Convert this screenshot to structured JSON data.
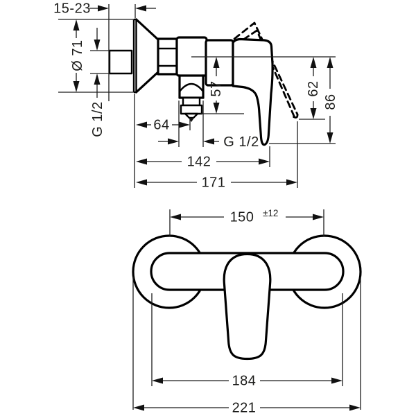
{
  "colors": {
    "line": "#000000",
    "text": "#1d1d1b",
    "background": "#ffffff"
  },
  "side_view": {
    "dimensions": {
      "wall_clearance": "15-23",
      "escutcheon_diameter": "Ø 71",
      "inlet_thread": "G 1/2",
      "outlet_offset": "64",
      "body_height": "57",
      "outlet_thread": "G 1/2",
      "depth_to_open_handle": "62",
      "depth_to_handle_tip": "86",
      "depth_to_closed_handle": "142",
      "depth_overall": "171"
    }
  },
  "front_view": {
    "dimensions": {
      "connection_spacing": "150",
      "connection_tolerance": "±12",
      "body_width": "184",
      "overall_width": "221"
    }
  }
}
